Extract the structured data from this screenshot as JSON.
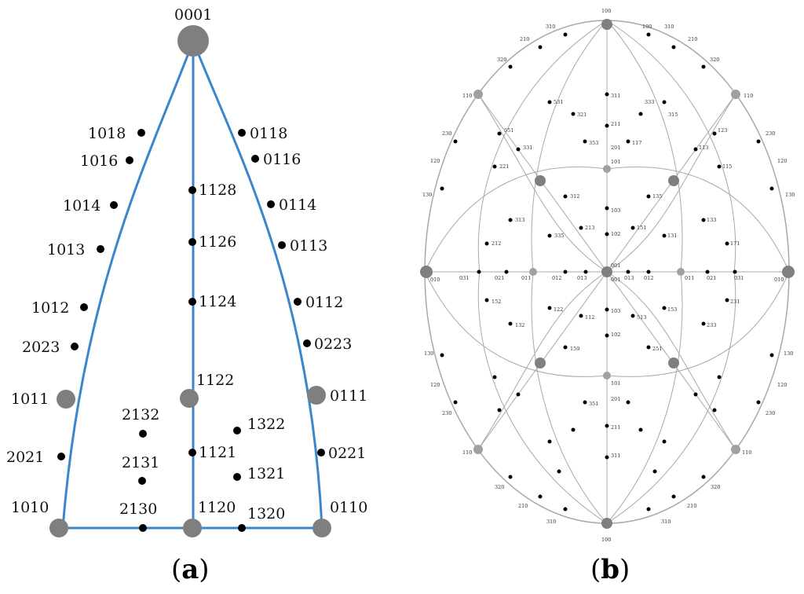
{
  "panel_a": {
    "caption_open": "(",
    "caption_letter": "a",
    "caption_close": ")",
    "top_node": "0001",
    "left_edge": [
      "1018",
      "1016",
      "1014",
      "1013",
      "1012",
      "2023",
      "1011",
      "2021",
      "1010"
    ],
    "right_edge": [
      "0118",
      "0116",
      "0114",
      "0113",
      "0112",
      "0223",
      "0111",
      "0221",
      "0110"
    ],
    "center_line": [
      "1128",
      "1126",
      "1124",
      "1122",
      "1121",
      "1120"
    ],
    "interior": [
      "2132",
      "2131",
      "2130",
      "1322",
      "1321",
      "1320"
    ]
  },
  "panel_b": {
    "caption_open": "(",
    "caption_letter": "b",
    "caption_close": ")",
    "poles": {
      "top": "100",
      "bottom": "100",
      "left": "010",
      "right": "010",
      "center": "001"
    },
    "rim_labels": [
      "310",
      "210",
      "320",
      "110",
      "230",
      "120",
      "130",
      "100",
      "130",
      "120",
      "230",
      "110",
      "320",
      "210",
      "310",
      "310",
      "210",
      "320",
      "110",
      "230",
      "120",
      "130",
      "130",
      "120",
      "230",
      "110",
      "320",
      "210",
      "310"
    ],
    "axis_labels": [
      "031",
      "021",
      "011",
      "012",
      "013",
      "013",
      "012",
      "011",
      "021",
      "031"
    ],
    "vertical_labels": [
      "311",
      "211",
      "201",
      "101",
      "103",
      "102",
      "001",
      "103",
      "102",
      "101",
      "201",
      "211",
      "311"
    ],
    "quadrant_labels": [
      "531",
      "321",
      "551",
      "331",
      "221",
      "353",
      "312",
      "313",
      "335",
      "213",
      "212",
      "333",
      "315",
      "123",
      "113",
      "115",
      "117",
      "135",
      "133",
      "131",
      "151",
      "171",
      "122",
      "112",
      "132",
      "152",
      "159",
      "153",
      "513",
      "233",
      "231",
      "251",
      "351"
    ]
  },
  "colors": {
    "edge_blue": "#3a86cc",
    "node_gray": "#7f7f7f",
    "dot_black": "#000000",
    "circle_gray": "#a8a8a8",
    "light_pole": "#9a9a9a"
  }
}
